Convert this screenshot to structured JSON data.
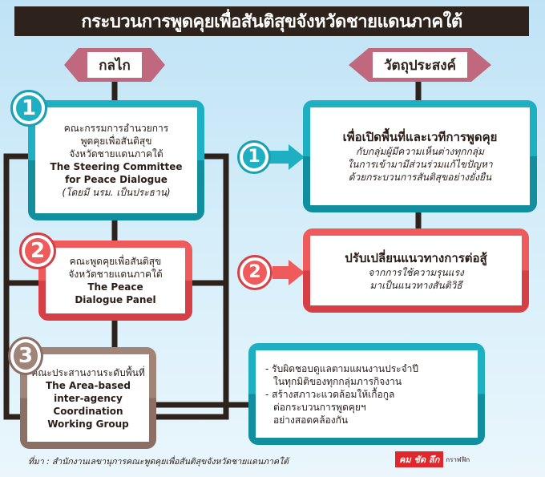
{
  "title": "กระบวนการพูดคุยเพื่อสันติสุขจังหวัดชายแดนภาคใต้",
  "mechanism": {
    "label": "กลไก",
    "items": [
      {
        "number": "1",
        "lines": [
          "คณะกรรมการอำนวยการ",
          "พูดคุยเพื่อสันติสุข",
          "จังหวัดชายแดนภาคใต้",
          "The Steering Committee",
          "for Peace Dialogue",
          "(โดยมี นรม. เป็นประธาน)"
        ]
      },
      {
        "number": "2",
        "lines": [
          "คณะพูดคุยเพื่อสันติสุข",
          "จังหวัดชายแดนภาคใต้",
          "The Peace",
          "Dialogue Panel"
        ]
      },
      {
        "number": "3",
        "lines": [
          "คณะประสานงานระดับพื้นที่",
          "The Area-based",
          "inter-agency",
          "Coordination",
          "Working Group"
        ]
      }
    ]
  },
  "objective": {
    "label": "วัตถุประสงค์",
    "items": [
      {
        "number": "1",
        "heading": "เพื่อเปิดพื้นที่และเวทีการพูดคุย",
        "lines": [
          "กับกลุ่มผู้มีความเห็นต่างทุกกลุ่ม",
          "ในการเข้ามามีส่วนร่วมแก้ไขปัญหา",
          "ด้วยกระบวนการสันติสุขอย่างยั่งยืน"
        ]
      },
      {
        "number": "2",
        "heading": "ปรับเปลี่ยนแนวทางการต่อสู้",
        "lines": [
          "จากการใช้ความรุนแรง",
          "มาเป็นแนวทางสันติวิธี"
        ]
      }
    ]
  },
  "working_group_tasks": [
    "- รับผิดชอบดูแลตามแผนงานประจำปี",
    "ในทุกมิติของทุกกลุ่มภารกิจงาน",
    "- สร้างสภาวะแวดล้อมให้เกื้อกูล",
    "ต่อกระบวนการพูดคุยฯ",
    "อย่างสอดคล้องกัน"
  ],
  "source": "ที่มา : สำนักงานเลขานุการคณะพูดคุยเพื่อสันติสุขจังหวัดชายแดนภาคใต้",
  "credit": {
    "logo": "คม ชัด ลึก",
    "suffix": "กราฟฟิก"
  },
  "colors": {
    "teal": "#1eb0c2",
    "red": "#ef5a5a",
    "brown": "#a08478",
    "dark": "#2e221c",
    "sign": "#c0687e"
  }
}
